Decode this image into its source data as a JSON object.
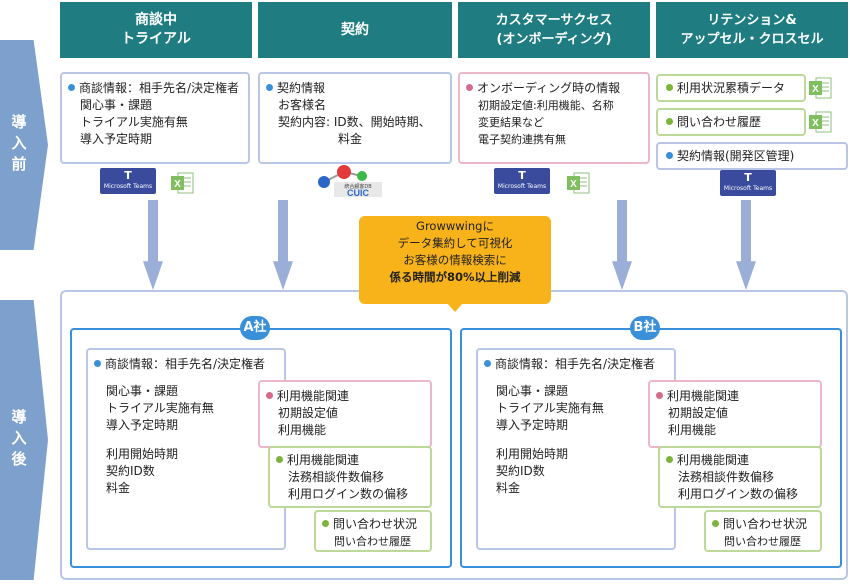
{
  "side_labels": {
    "before": "導入前",
    "after": "導入後"
  },
  "headers": [
    {
      "line1": "商談中",
      "line2": "トライアル"
    },
    {
      "line1": "契約",
      "line2": ""
    },
    {
      "line1": "カスタマーサクセス",
      "line2": "(オンボーディング)"
    },
    {
      "line1": "リテンション&",
      "line2": "アップセル・クロスセル"
    }
  ],
  "columns": {
    "trial": {
      "title": "商談情報：相手先名/決定権者",
      "lines": [
        "関心事・課題",
        "トライアル実施有無",
        "導入予定時期"
      ]
    },
    "contract": {
      "title": "契約情報",
      "lines": [
        "お客様名",
        "契約内容: ID数、開始時期、",
        "料金"
      ]
    },
    "success": {
      "title": "オンボーディング時の情報",
      "lines": [
        "初期設定値:利用機能、名称",
        "変更結果など",
        "電子契約連携有無"
      ]
    },
    "retention": [
      {
        "title": "利用状況累積データ"
      },
      {
        "title": "問い合わせ履歴"
      },
      {
        "title": "契約情報(開発区管理)"
      }
    ]
  },
  "tools": {
    "teams_label": "Microsoft Teams",
    "cuic_label": "CUIC",
    "cuic_sub": "統合顧客DB"
  },
  "callout": {
    "line1": "Growwwingに",
    "line2": "データ集約して可視化",
    "line3": "お客様の情報検索に",
    "line4": "係る時間が80%以上削減"
  },
  "companies": [
    {
      "badge": "A社"
    },
    {
      "badge": "B社"
    }
  ],
  "company_content": {
    "main_title": "商談情報：相手先名/決定権者",
    "main_lines_a": [
      "関心事・課題",
      "トライアル実施有無",
      "導入予定時期"
    ],
    "main_lines_b": [
      "利用開始時期",
      "契約ID数",
      "料金"
    ],
    "pink_title": "利用機能関連",
    "pink_lines": [
      "初期設定値",
      "利用機能"
    ],
    "green_title": "利用機能関連",
    "green_lines": [
      "法務相談件数偏移",
      "利用ログイン数の偏移"
    ],
    "inquiry_title": "問い合わせ状況",
    "inquiry_lines": [
      "問い合わせ履歴"
    ]
  },
  "colors": {
    "header": "#1f7d82",
    "side_arrow": "#7da0cc",
    "callout": "#f8b31a",
    "company_border": "#3a8fd9",
    "pink_border": "#ecb7c7",
    "green_border": "#bcd99a",
    "blue_border": "#b9c6e6"
  }
}
